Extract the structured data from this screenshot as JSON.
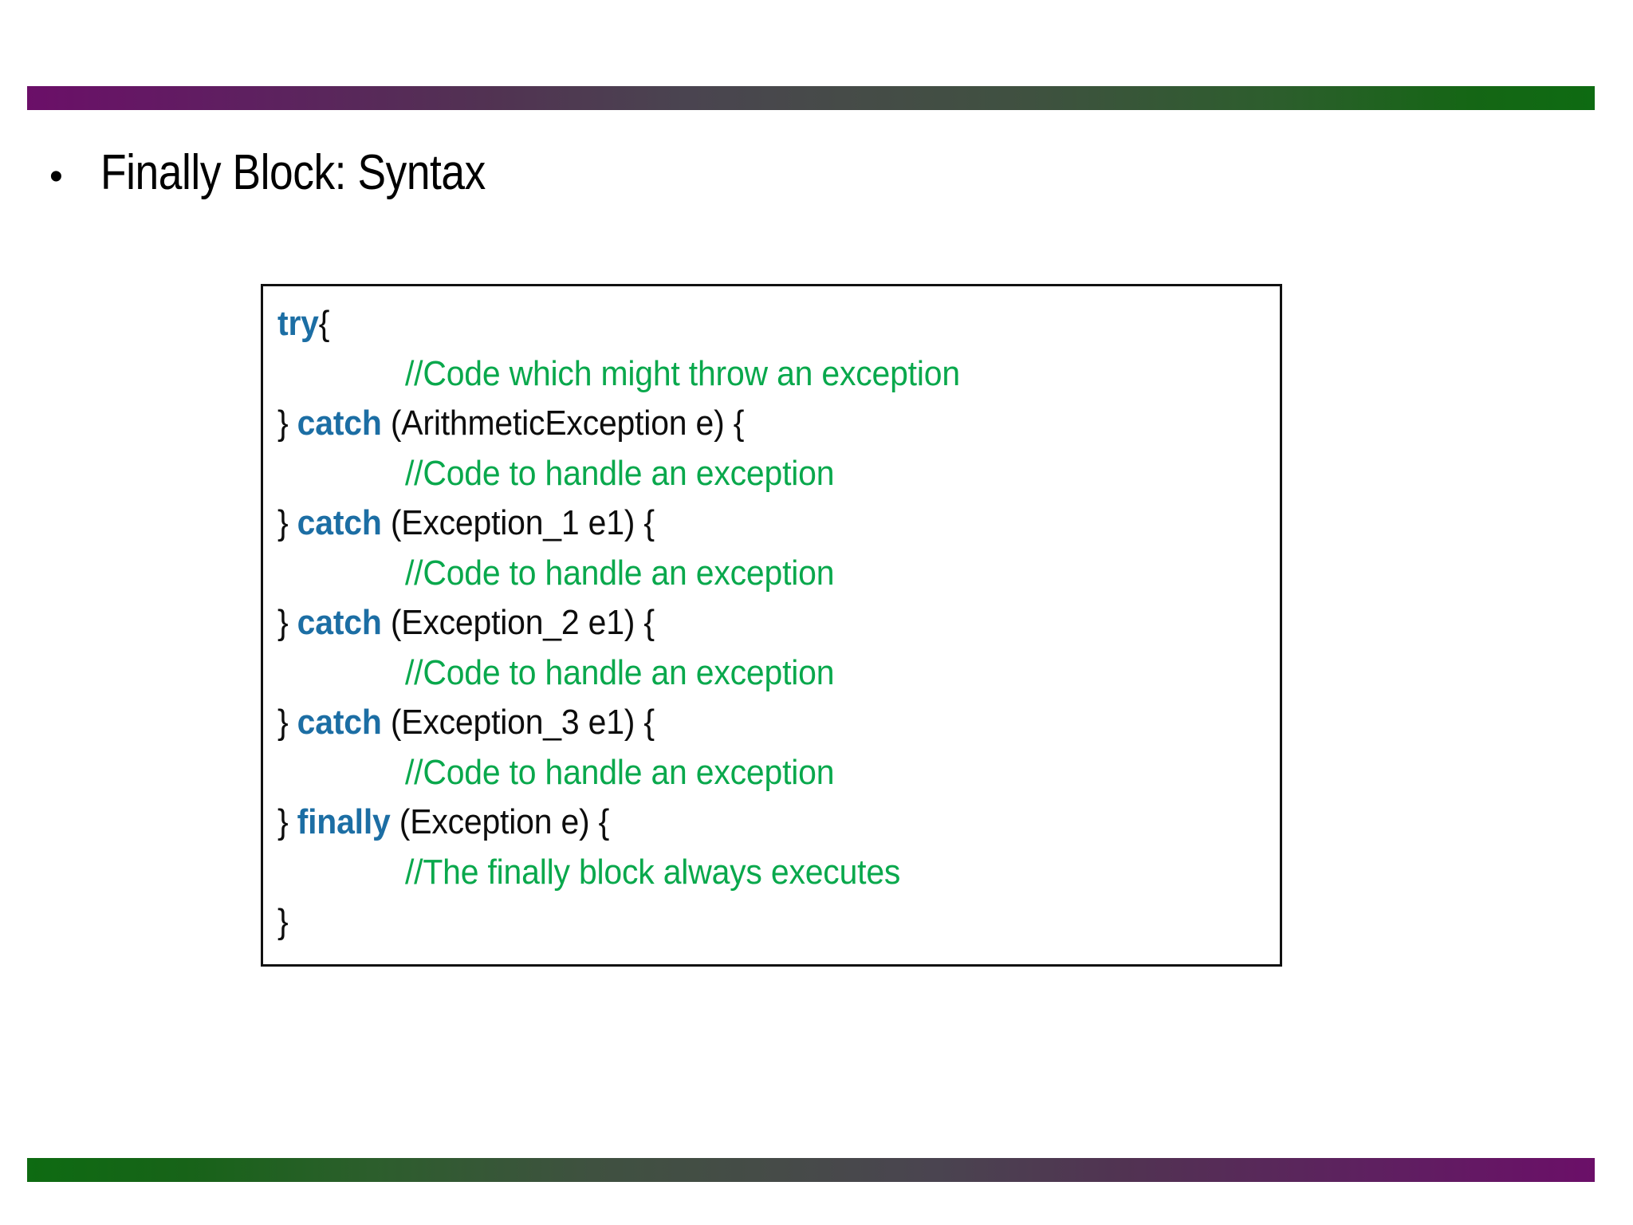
{
  "slide": {
    "title_bullet": "•",
    "title": "Finally Block: Syntax"
  },
  "decor": {
    "top_bar": "gradient-bar-purple-to-green",
    "bottom_bar": "gradient-bar-green-to-purple",
    "colors": {
      "purple": "#6b0f68",
      "green": "#0e6b12",
      "keyword_blue": "#1c6ea4",
      "comment_green": "#09a84c",
      "text_black": "#0d0d0d",
      "box_border": "#111111"
    }
  },
  "code_box": {
    "lines": [
      {
        "indent": false,
        "keyword": "try",
        "before": "",
        "after": "{",
        "comment": ""
      },
      {
        "indent": true,
        "keyword": "",
        "before": "",
        "after": "",
        "comment": "//Code which might throw an exception"
      },
      {
        "indent": false,
        "keyword": "catch",
        "before": "} ",
        "after": " (ArithmeticException e) {",
        "comment": ""
      },
      {
        "indent": true,
        "keyword": "",
        "before": "",
        "after": "",
        "comment": "//Code to handle an exception"
      },
      {
        "indent": false,
        "keyword": "catch",
        "before": "} ",
        "after": " (Exception_1 e1) {",
        "comment": ""
      },
      {
        "indent": true,
        "keyword": "",
        "before": "",
        "after": "",
        "comment": "//Code to handle an exception"
      },
      {
        "indent": false,
        "keyword": "catch",
        "before": "} ",
        "after": " (Exception_2 e1) {",
        "comment": ""
      },
      {
        "indent": true,
        "keyword": "",
        "before": "",
        "after": "",
        "comment": "//Code to handle an exception"
      },
      {
        "indent": false,
        "keyword": "catch",
        "before": "} ",
        "after": " (Exception_3 e1) {",
        "comment": ""
      },
      {
        "indent": true,
        "keyword": "",
        "before": "",
        "after": "",
        "comment": "//Code to handle an exception"
      },
      {
        "indent": false,
        "keyword": "finally",
        "before": "} ",
        "after": " (Exception e) {",
        "comment": ""
      },
      {
        "indent": true,
        "keyword": "",
        "before": "",
        "after": "",
        "comment": "//The finally block always executes"
      },
      {
        "indent": false,
        "keyword": "",
        "before": "}",
        "after": "",
        "comment": ""
      }
    ]
  }
}
